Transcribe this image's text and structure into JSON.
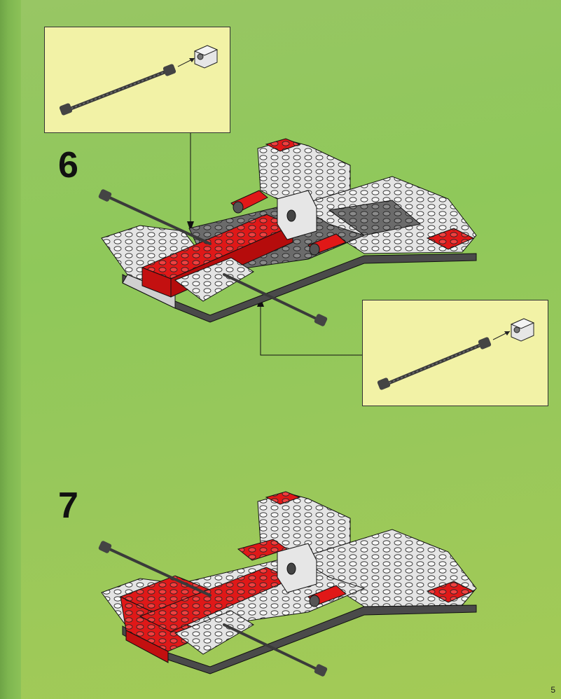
{
  "steps": [
    {
      "number": "6"
    },
    {
      "number": "7"
    }
  ],
  "page_number": "5",
  "colors": {
    "background": "#93c75a",
    "callout": "#f2f2a6",
    "brick_white": "#e6e6e6",
    "brick_gray": "#6e6e6e",
    "brick_red": "#e01818"
  },
  "icons": [
    "antenna-rod-icon",
    "clip-brick-icon"
  ]
}
